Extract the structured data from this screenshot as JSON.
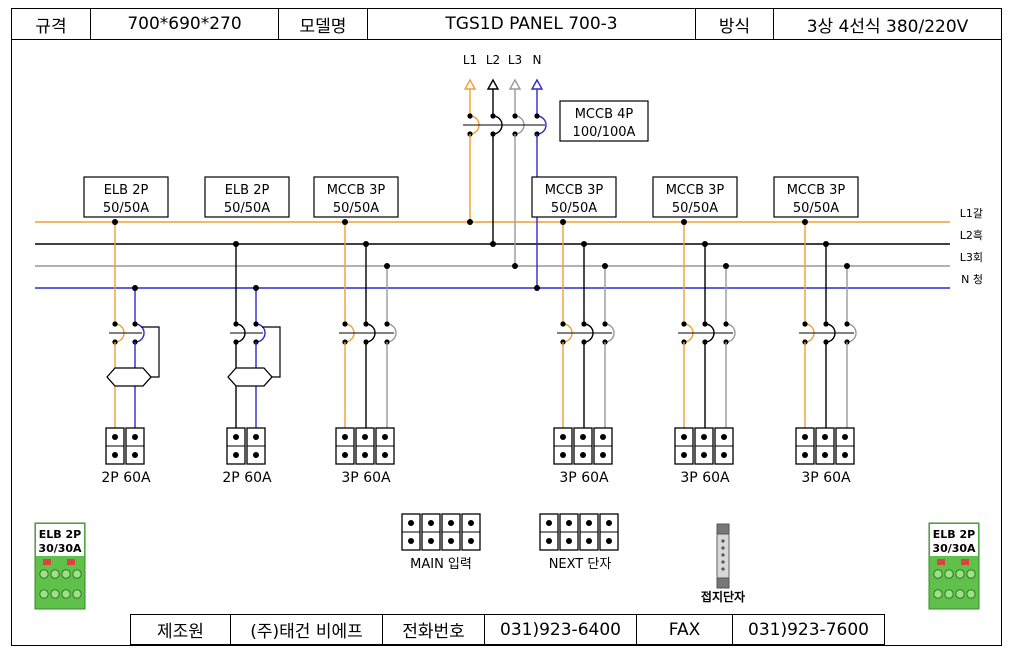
{
  "header": {
    "spec_label": "규격",
    "spec_value": "700*690*270",
    "model_label": "모델명",
    "model_value": "TGS1D PANEL 700-3",
    "system_label": "방식",
    "system_value": "3상 4선식 380/220V"
  },
  "main_input": {
    "phase_labels": [
      "L1",
      "L2",
      "L3",
      "N"
    ],
    "breaker_label": [
      "MCCB 4P",
      "100/100A"
    ]
  },
  "bus_labels": [
    "L1갈",
    "L2흑",
    "L3회",
    "N 청"
  ],
  "colors": {
    "l1": "#f0a030",
    "l2": "#000000",
    "l3": "#999999",
    "n": "#2a2ad0",
    "elb_green": "#5fc04a"
  },
  "branches": [
    {
      "type": [
        "ELB 2P",
        "50/50A"
      ],
      "terminal": "2P 60A"
    },
    {
      "type": [
        "ELB 2P",
        "50/50A"
      ],
      "terminal": "2P 60A"
    },
    {
      "type": [
        "MCCB 3P",
        "50/50A"
      ],
      "terminal": "3P 60A"
    },
    {
      "type": [
        "MCCB 3P",
        "50/50A"
      ],
      "terminal": "3P 60A"
    },
    {
      "type": [
        "MCCB 3P",
        "50/50A"
      ],
      "terminal": "3P 60A"
    },
    {
      "type": [
        "MCCB 3P",
        "50/50A"
      ],
      "terminal": "3P 60A"
    }
  ],
  "terminal_blocks": {
    "main_label": "MAIN 입력",
    "next_label": "NEXT 단자",
    "ground_label": "접지단자"
  },
  "side_elb": {
    "line1": "ELB 2P",
    "line2": "30/30A"
  },
  "footer": {
    "maker_label": "제조원",
    "maker_value": "(주)태건 비에프",
    "phone_label": "전화번호",
    "phone_value": "031)923-6400",
    "fax_label": "FAX",
    "fax_value": "031)923-7600"
  }
}
